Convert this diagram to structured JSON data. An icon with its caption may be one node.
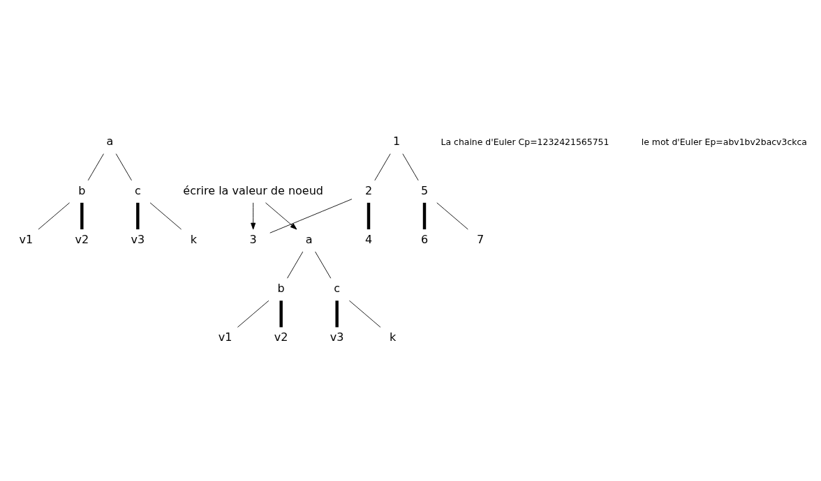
{
  "diagram": {
    "nodes": [
      {
        "text": [
          "a"
        ]
      },
      {
        "text": [
          "b"
        ]
      },
      {
        "text": [
          "c"
        ]
      },
      {
        "text": [
          "v1"
        ]
      },
      {
        "text": [
          "v2"
        ]
      },
      {
        "text": [
          "v3"
        ]
      },
      {
        "text": [
          "k"
        ]
      },
      {
        "text": [
          "1"
        ]
      },
      {
        "text": [
          "2"
        ]
      },
      {
        "text": [
          "3"
        ]
      },
      {
        "text": [
          "4"
        ]
      },
      {
        "text": [
          "5"
        ]
      },
      {
        "text": [
          "6"
        ]
      },
      {
        "text": [
          "7"
        ]
      },
      {
        "text": [
          "écrire la valeur de noeud"
        ]
      },
      {
        "text": [
          "a"
        ]
      },
      {
        "text": [
          "b"
        ]
      },
      {
        "text": [
          "c"
        ]
      },
      {
        "text": [
          "v1"
        ]
      },
      {
        "text": [
          "v2"
        ]
      },
      {
        "text": [
          "v3"
        ]
      },
      {
        "text": [
          "k"
        ]
      }
    ],
    "edges": [
      {
        "from": 0,
        "to": 1,
        "arrow": "none"
      },
      {
        "from": 0,
        "to": 2,
        "arrow": "none"
      },
      {
        "from": 1,
        "to": 3,
        "arrow": "none"
      },
      {
        "from": 1,
        "to": 4,
        "arrow": "none",
        "style": "thick"
      },
      {
        "from": 2,
        "to": 5,
        "arrow": "none",
        "style": "thick"
      },
      {
        "from": 2,
        "to": 6,
        "arrow": "none"
      },
      {
        "from": 7,
        "to": 8,
        "arrow": "none"
      },
      {
        "from": 7,
        "to": 11,
        "arrow": "none"
      },
      {
        "from": 8,
        "to": 9,
        "arrow": "none"
      },
      {
        "from": 8,
        "to": 10,
        "arrow": "none",
        "style": "thick"
      },
      {
        "from": 11,
        "to": 12,
        "arrow": "none",
        "style": "thick"
      },
      {
        "from": 11,
        "to": 13,
        "arrow": "none"
      },
      {
        "from": 14,
        "to": 9,
        "arrow": "to"
      },
      {
        "from": 14,
        "to": 15,
        "arrow": "to"
      },
      {
        "from": 15,
        "to": 16,
        "arrow": "none"
      },
      {
        "from": 15,
        "to": 17,
        "arrow": "none"
      },
      {
        "from": 16,
        "to": 18,
        "arrow": "none"
      },
      {
        "from": 16,
        "to": 19,
        "arrow": "none",
        "style": "thick"
      },
      {
        "from": 17,
        "to": 20,
        "arrow": "none",
        "style": "thick"
      },
      {
        "from": 17,
        "to": 21,
        "arrow": "none"
      }
    ],
    "labels": [
      "La chaine d'Euler Cp=1232421565751",
      "le mot d'Euler Ep=abv1bv2bacv3ckca"
    ]
  }
}
